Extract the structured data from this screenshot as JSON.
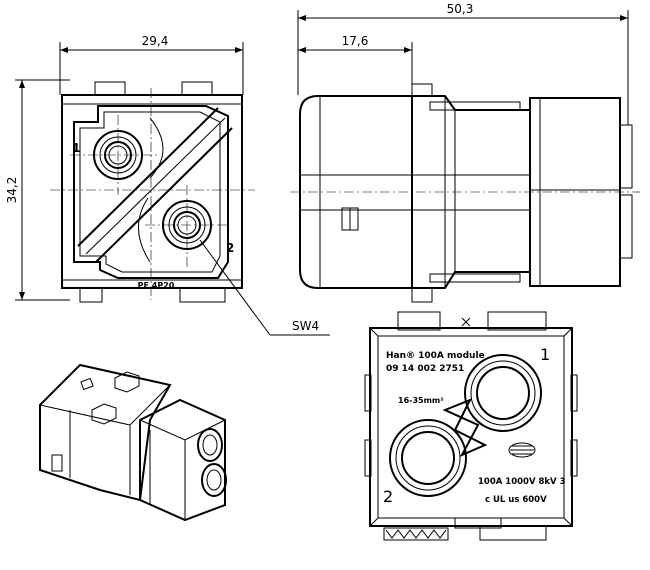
{
  "dimensions": {
    "overall_length": "50,3",
    "front_width": "29,4",
    "height": "34,2",
    "side_offset": "17,6",
    "wrench_size": "SW4"
  },
  "front_view": {
    "contact_1": "1",
    "contact_2": "2",
    "bottom_marking": "PE 4P20"
  },
  "module_face": {
    "line1": "Han® 100A module",
    "line2": "09 14 002 2751",
    "wire_range": "16-35mm²",
    "rating": "100A 1000V 8kV 3",
    "cert": "c UL us 600V",
    "contact_1": "1",
    "contact_2": "2"
  },
  "colors": {
    "line": "#000000",
    "background": "#ffffff"
  }
}
